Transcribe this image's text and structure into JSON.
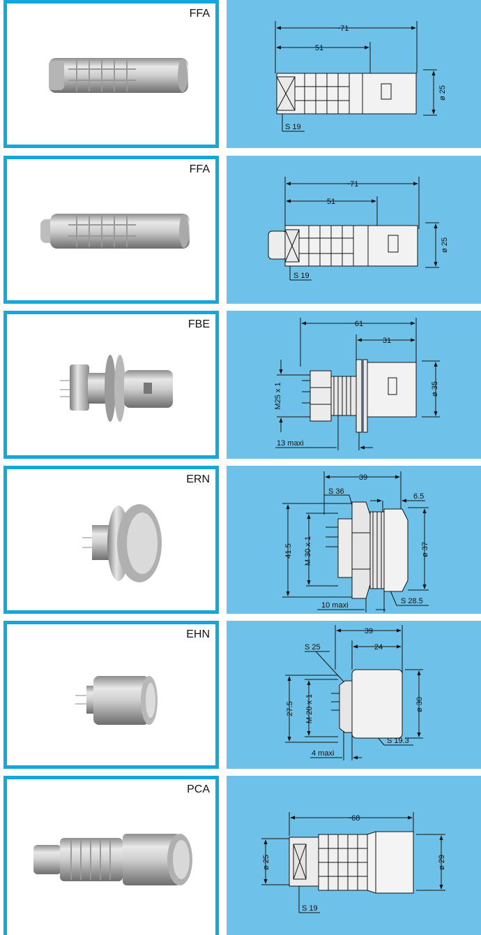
{
  "rows": [
    {
      "code": "FFA",
      "dims": {
        "overall": "~71",
        "body": "51",
        "dia": "ø 25",
        "wrench": "S 19"
      }
    },
    {
      "code": "FFA",
      "dims": {
        "overall": "~71",
        "body": "51",
        "dia": "ø 25",
        "wrench": "S 19"
      }
    },
    {
      "code": "FBE",
      "dims": {
        "overall": "61",
        "front": "31",
        "thread": "M25 x 1",
        "dia": "ø 35",
        "panel": "13 maxi"
      }
    },
    {
      "code": "ERN",
      "dims": {
        "overall": "39",
        "wrench1": "S 36",
        "flange": "6.5",
        "height": "41.5",
        "thread": "M 30 x 1",
        "dia": "ø 37",
        "panel": "10 maxi",
        "wrench2": "S 28.5"
      }
    },
    {
      "code": "EHN",
      "dims": {
        "overall": "39",
        "front": "24",
        "wrench1": "S 25",
        "height": "27.5",
        "thread": "M 20 x 1",
        "dia": "ø 30",
        "panel": "4 maxi",
        "wrench2": "S 19.3"
      }
    },
    {
      "code": "PCA",
      "dims": {
        "overall": "~68",
        "dia1": "ø 25",
        "dia2": "ø 29",
        "wrench": "S 19"
      }
    }
  ],
  "colors": {
    "frame": "#15a6dc",
    "drawing_bg": "#6ec1e8",
    "metal": "#c9c9c9"
  }
}
